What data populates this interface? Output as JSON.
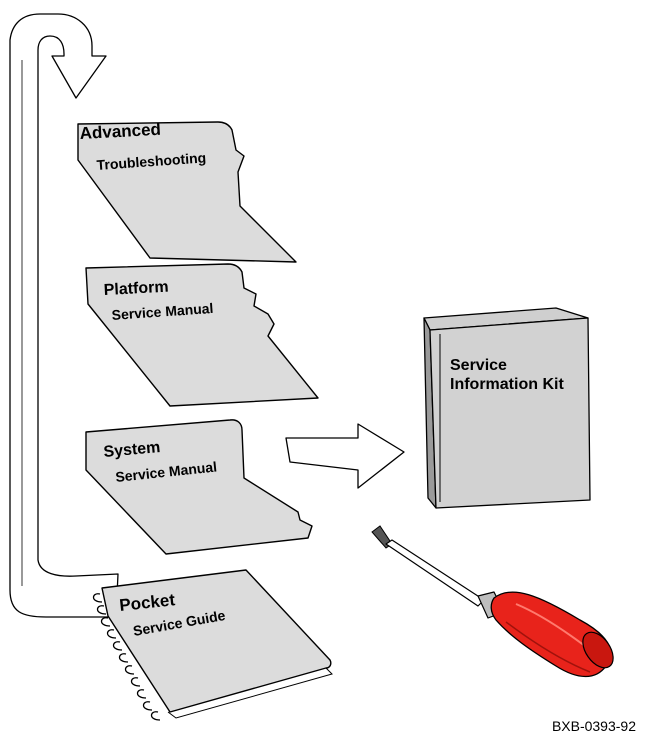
{
  "figure_id": "BXB-0393-92",
  "documents": {
    "advanced": {
      "line1": "Advanced",
      "line2": "Troubleshooting"
    },
    "platform": {
      "line1": "Platform",
      "line2": "Service Manual"
    },
    "system": {
      "line1": "System",
      "line2": "Service Manual"
    },
    "pocket": {
      "line1": "Pocket",
      "line2": "Service Guide"
    }
  },
  "binder": {
    "line1": "Service",
    "line2": "Information Kit"
  },
  "colors": {
    "document_fill": "#dcdcdc",
    "binder_fill": "#cfcfcf",
    "screwdriver_handle": "#e8231b",
    "outline": "#000000"
  },
  "icons": [
    "loop-arrow-icon",
    "right-arrow-icon",
    "screwdriver-icon",
    "spiral-binding-icon"
  ]
}
